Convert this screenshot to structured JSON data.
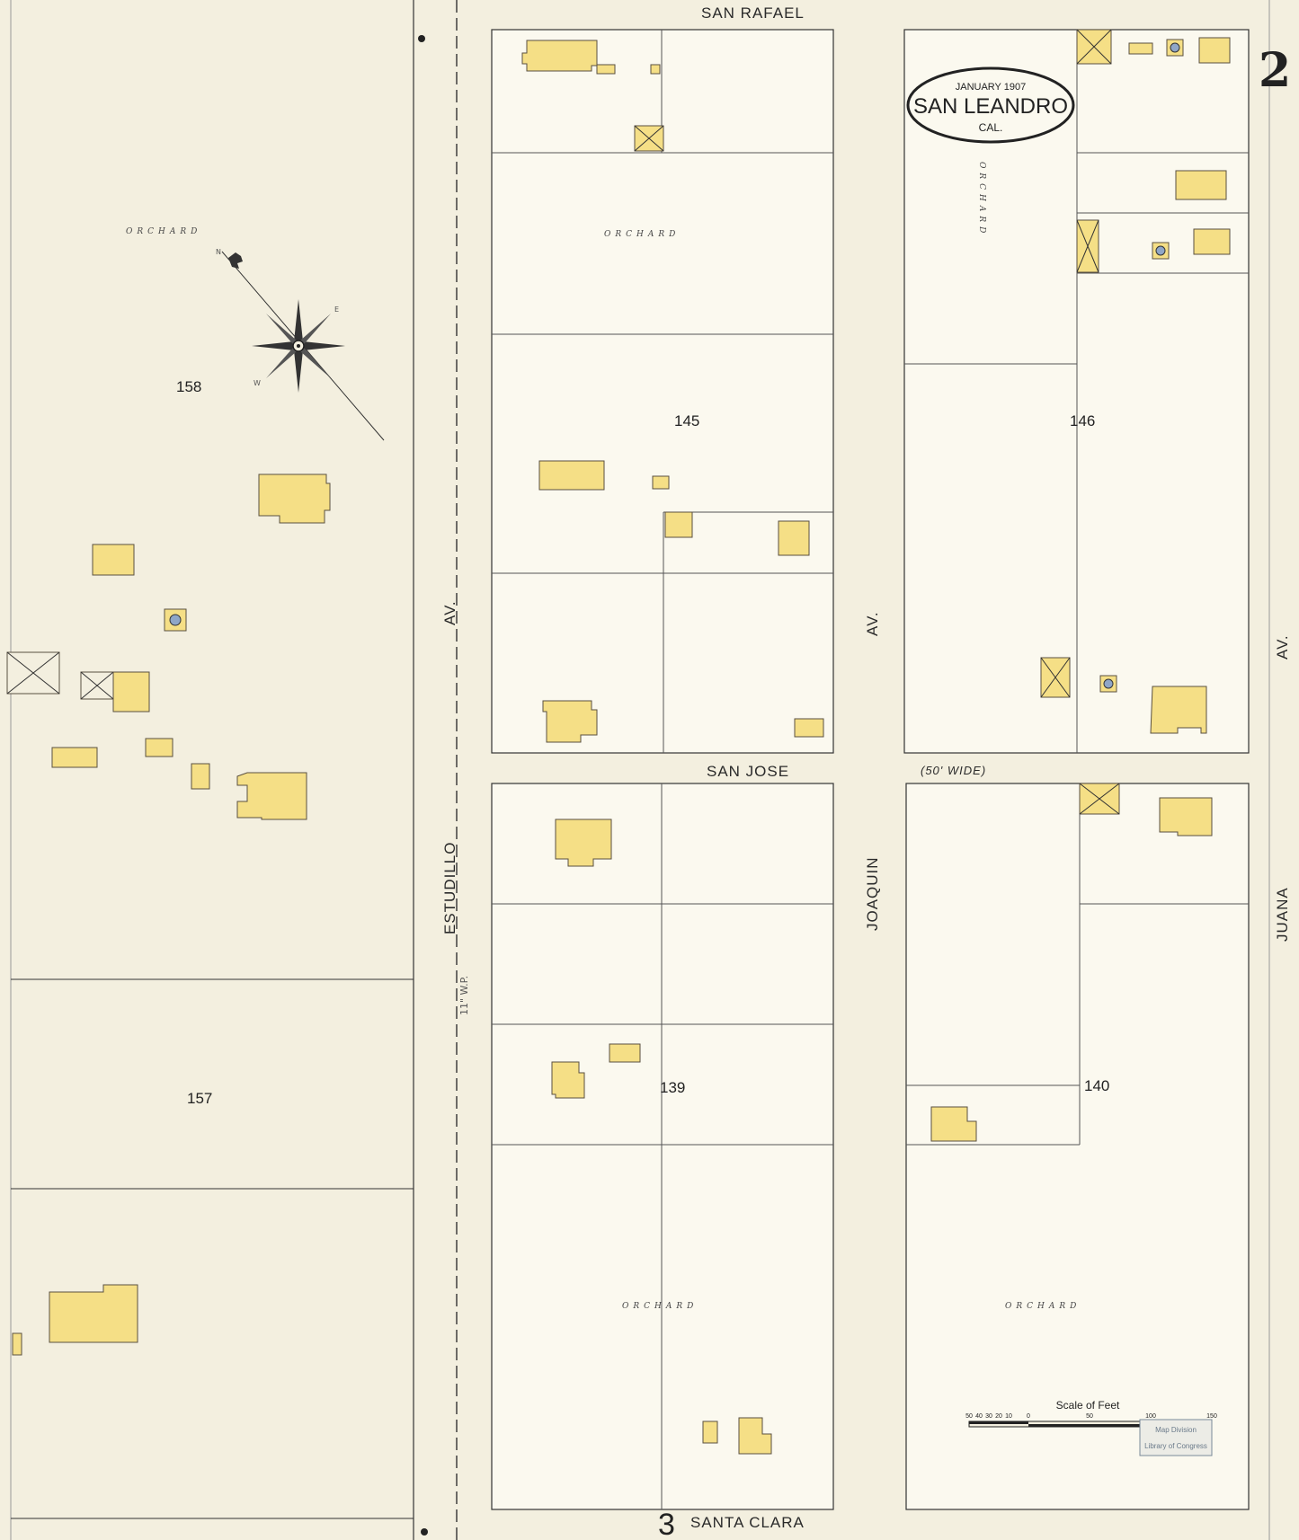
{
  "sheet": {
    "number": "2",
    "bottom_ref": "3"
  },
  "title_cartouche": {
    "date": "JANUARY 1907",
    "city": "SAN LEANDRO",
    "state": "CAL."
  },
  "streets": {
    "san_rafael": "SAN RAFAEL",
    "san_jose": "SAN JOSE",
    "san_jose_width": "(50' WIDE)",
    "santa_clara": "SANTA CLARA",
    "estudillo": "ESTUDILLO",
    "estudillo_suffix": "AV.",
    "joaquin": "JOAQUIN",
    "joaquin_suffix": "AV.",
    "juana": "JUANA",
    "juana_suffix": "AV.",
    "estudillo_note": "11\" W.P."
  },
  "blocks": {
    "b158": "158",
    "b157": "157",
    "b145": "145",
    "b146": "146",
    "b139": "139",
    "b140": "140"
  },
  "land_use": {
    "orchard": "ORCHARD"
  },
  "scale_bar": {
    "title": "Scale of Feet",
    "ticks": [
      "50",
      "40",
      "30",
      "20",
      "10",
      "0",
      "50",
      "100",
      "150"
    ]
  },
  "stamp": {
    "line1": "Map Division",
    "line2": "Library of Congress"
  },
  "compass": {
    "north_label": "N",
    "east_label": "E",
    "west_label": "W"
  },
  "colors": {
    "paper": "#f3efdf",
    "frame_building": "#f5df86",
    "ink": "#333333"
  }
}
